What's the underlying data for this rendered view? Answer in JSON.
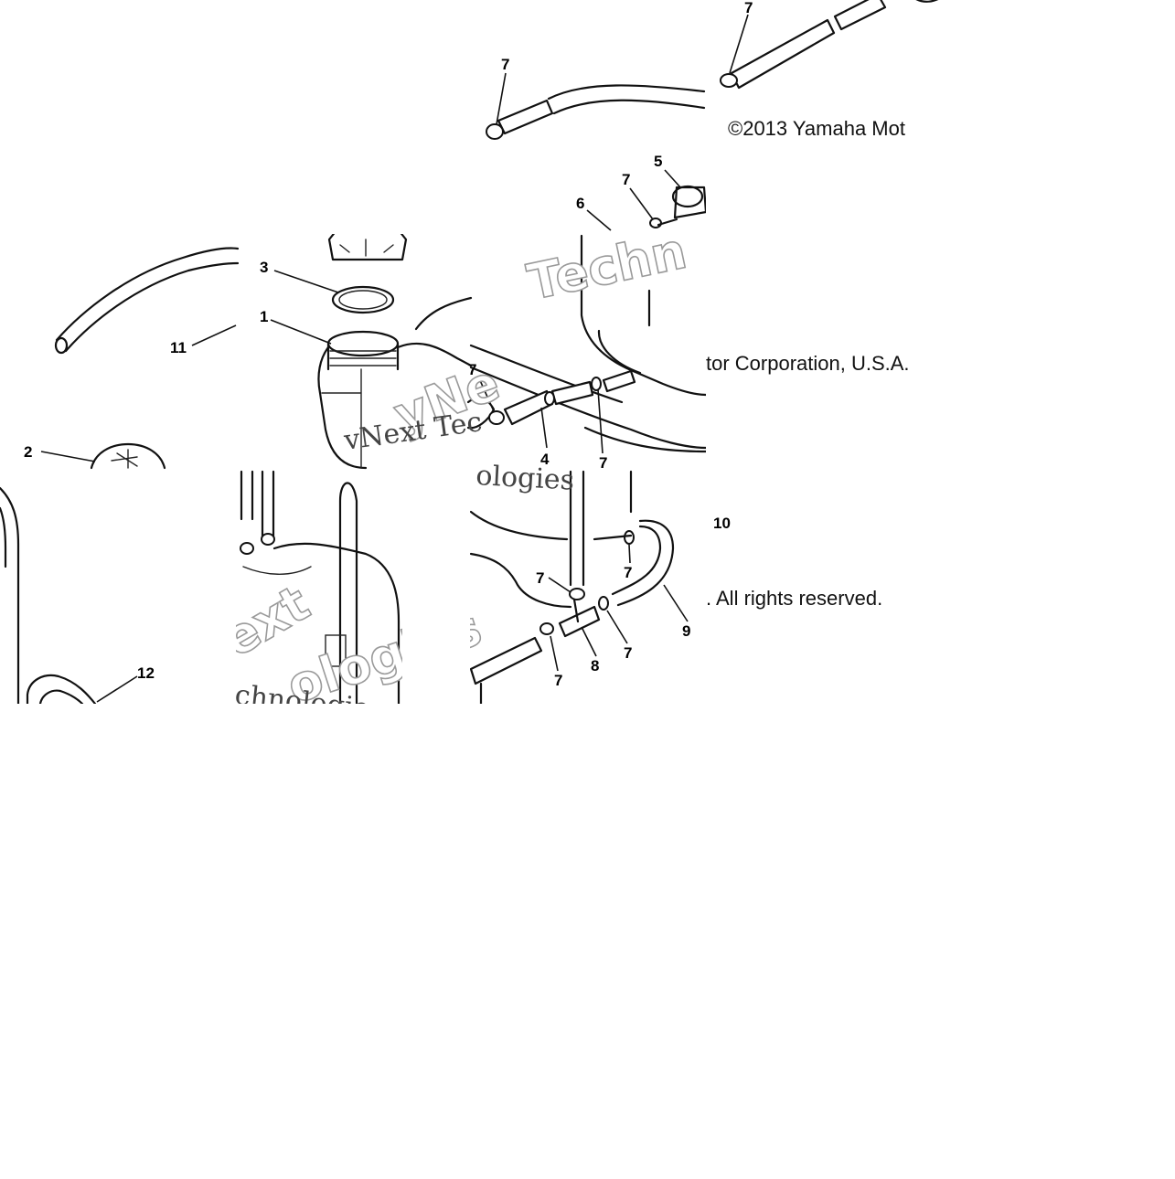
{
  "copyright": {
    "line1": "©2013 Yamaha Mot",
    "line2": "tor Corporation, U.S.A.",
    "line3": ". All rights reserved."
  },
  "watermarks": {
    "w1": "Techn",
    "w2": "yNe",
    "w3": "vNext Tec",
    "w4": "ologies",
    "w5": "ext",
    "w6": "ologies",
    "w7": "chnologie"
  },
  "labels": {
    "p1": "1",
    "p2": "2",
    "p3": "3",
    "p4": "4",
    "p5": "5",
    "p6": "6",
    "p7a": "7",
    "p7b": "7",
    "p7c": "7",
    "p7d": "7",
    "p7e": "7",
    "p7f": "7",
    "p7g": "7",
    "p7h": "7",
    "p7i": "7",
    "p8": "8",
    "p9": "9",
    "p10": "10",
    "p11": "11",
    "p12": "12"
  }
}
